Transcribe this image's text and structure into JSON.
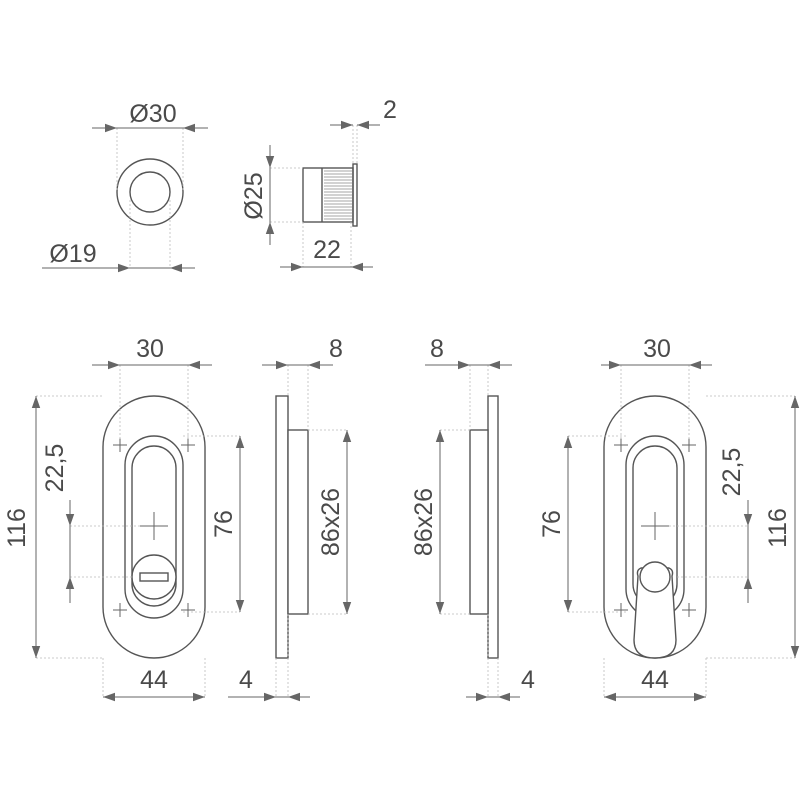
{
  "colors": {
    "line": "#555555",
    "dimension": "#666666",
    "text": "#4a4a4a",
    "background": "#ffffff"
  },
  "rosette": {
    "outer_diameter": "Ø30",
    "inner_diameter": "Ø19"
  },
  "bushing": {
    "diameter": "Ø25",
    "length": "22",
    "flange": "2"
  },
  "left_plate": {
    "width": "30",
    "height": "116",
    "grip_offset": "22,5",
    "grip_length": "76",
    "overall_width": "44"
  },
  "left_side": {
    "thickness": "8",
    "recess": "86x26",
    "body": "4"
  },
  "right_side": {
    "thickness": "8",
    "recess": "86x26",
    "body": "4"
  },
  "right_plate": {
    "width": "30",
    "height": "116",
    "grip_offset": "22,5",
    "grip_length": "76",
    "overall_width": "44"
  }
}
